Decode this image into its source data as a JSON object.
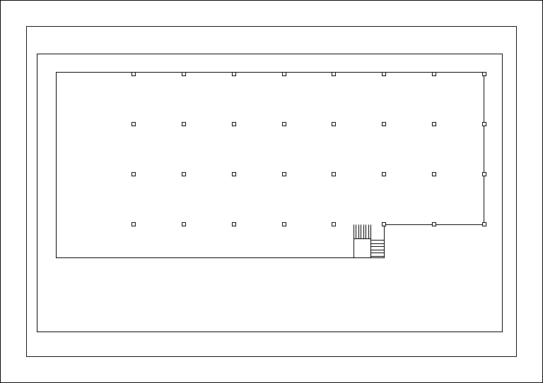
{
  "drawing": {
    "type": "floor-plan",
    "column_grid": {
      "rows": 4,
      "columns": 8
    },
    "stair": {
      "upper_flight_treads": 6,
      "lower_flight_treads": 6
    },
    "colors": {
      "line": "#000000",
      "background": "#ffffff"
    }
  }
}
